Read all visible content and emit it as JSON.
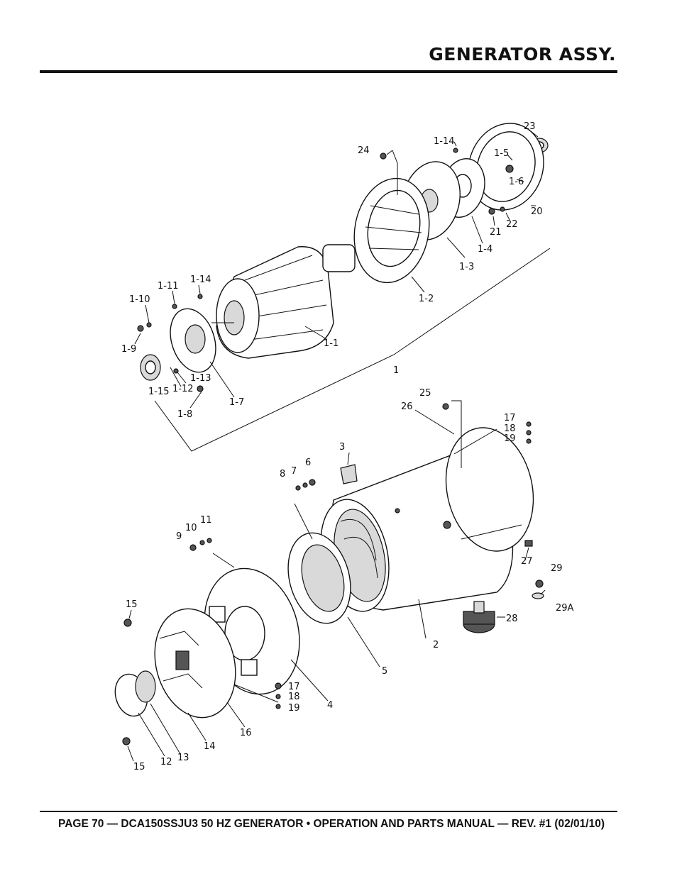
{
  "header": {
    "title": "GENERATOR ASSY."
  },
  "footer": {
    "text": "PAGE 70 — DCA150SSJU3 50 HZ GENERATOR • OPERATION AND PARTS MANUAL — REV. #1 (02/01/10)"
  },
  "callouts": {
    "c23": "23",
    "c24": "24",
    "c1_14a": "1-14",
    "c1_5": "1-5",
    "c1_6": "1-6",
    "c20": "20",
    "c21": "21",
    "c22": "22",
    "c1_4": "1-4",
    "c1_3": "1-3",
    "c1_2": "1-2",
    "c1_1": "1-1",
    "c1_11": "1-11",
    "c1_14b": "1-14",
    "c1_10": "1-10",
    "c1_9": "1-9",
    "c1_15": "1-15",
    "c1_12": "1-12",
    "c1_13": "1-13",
    "c1_8": "1-8",
    "c1_7": "1-7",
    "c1": "1",
    "c25": "25",
    "c26": "26",
    "c17a": "17",
    "c18a": "18",
    "c19a": "19",
    "c3": "3",
    "c6": "6",
    "c7": "7",
    "c8": "8",
    "c9": "9",
    "c10": "10",
    "c11": "11",
    "c27": "27",
    "c29": "29",
    "c29a": "29A",
    "c28": "28",
    "c2": "2",
    "c5": "5",
    "c4": "4",
    "c15a": "15",
    "c17b": "17",
    "c18b": "18",
    "c19b": "19",
    "c16": "16",
    "c14": "14",
    "c13": "13",
    "c12": "12",
    "c15b": "15"
  }
}
